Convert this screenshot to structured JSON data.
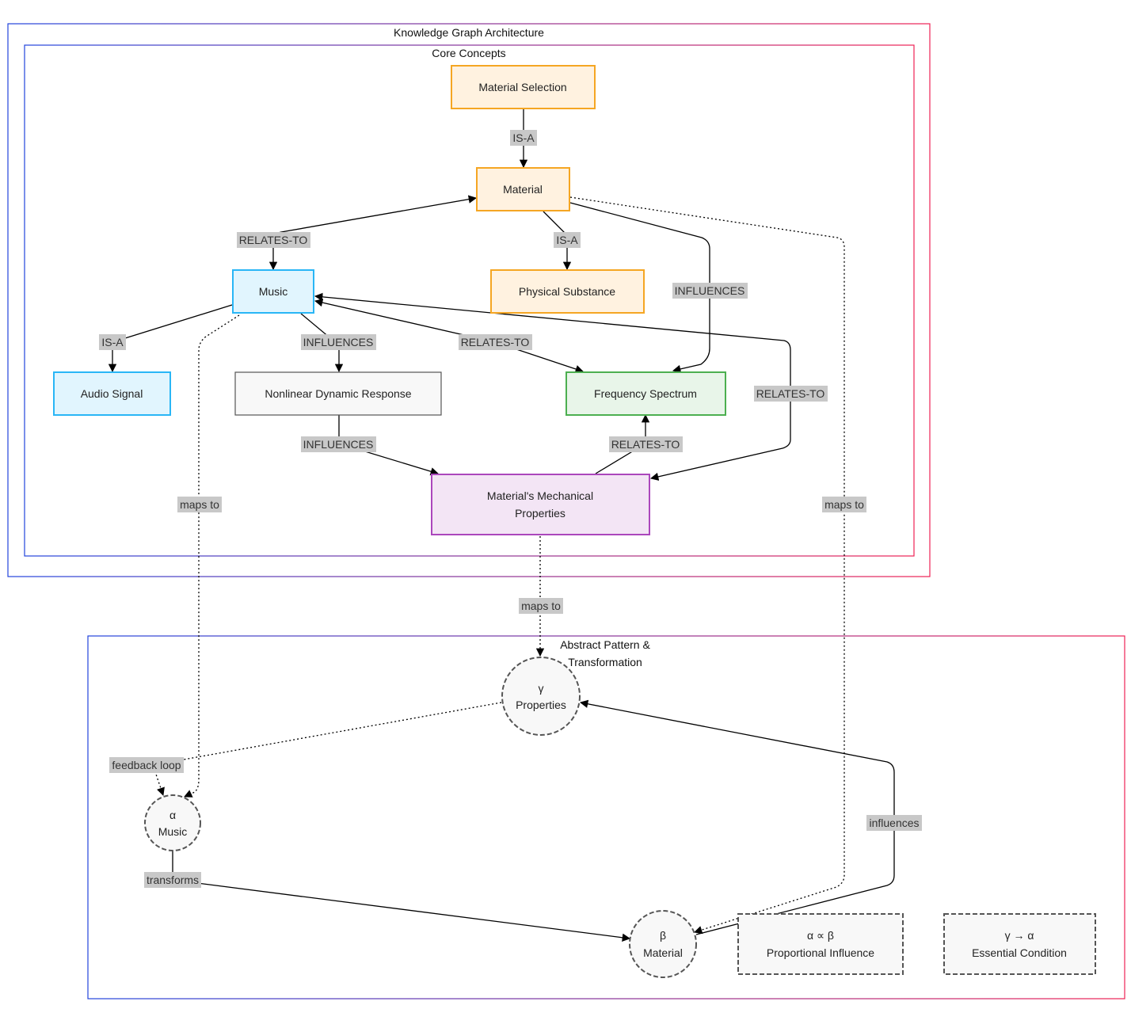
{
  "clusters": {
    "architecture": "Knowledge Graph Architecture",
    "core": "Core Concepts",
    "abstract_line1": "Abstract Pattern &",
    "abstract_line2": "Transformation"
  },
  "nodes": {
    "material_selection": "Material Selection",
    "material": "Material",
    "physical_substance": "Physical Substance",
    "music": "Music",
    "audio_signal": "Audio Signal",
    "nonlinear_response": "Nonlinear Dynamic Response",
    "frequency_spectrum": "Frequency Spectrum",
    "mech_props_line1": "Material's Mechanical",
    "mech_props_line2": "Properties",
    "gamma_symbol": "γ",
    "gamma_label": "Properties",
    "alpha_symbol": "α",
    "alpha_label": "Music",
    "beta_symbol": "β",
    "beta_label": "Material",
    "prop_symbol": "α ∝ β",
    "prop_label": "Proportional Influence",
    "ess_symbol": "γ → α",
    "ess_label": "Essential Condition"
  },
  "edge_labels": {
    "is_a": "IS-A",
    "relates_to": "RELATES-TO",
    "influences_caps": "INFLUENCES",
    "maps_to": "maps to",
    "feedback_loop": "feedback loop",
    "transforms": "transforms",
    "influences": "influences"
  },
  "colors": {
    "cluster_start": "#2244dd",
    "cluster_end": "#ee2255",
    "orange_fill": "#fff2e0",
    "orange_stroke": "#f5a623",
    "blue_fill": "#e1f5fe",
    "blue_stroke": "#29b6f6",
    "gray_fill": "#f8f8f8",
    "gray_stroke": "#555555",
    "green_fill": "#e8f5e9",
    "green_stroke": "#4caf50",
    "purple_fill": "#f3e5f5",
    "purple_stroke": "#ab47bc",
    "label_bg": "#c8c8c8"
  }
}
